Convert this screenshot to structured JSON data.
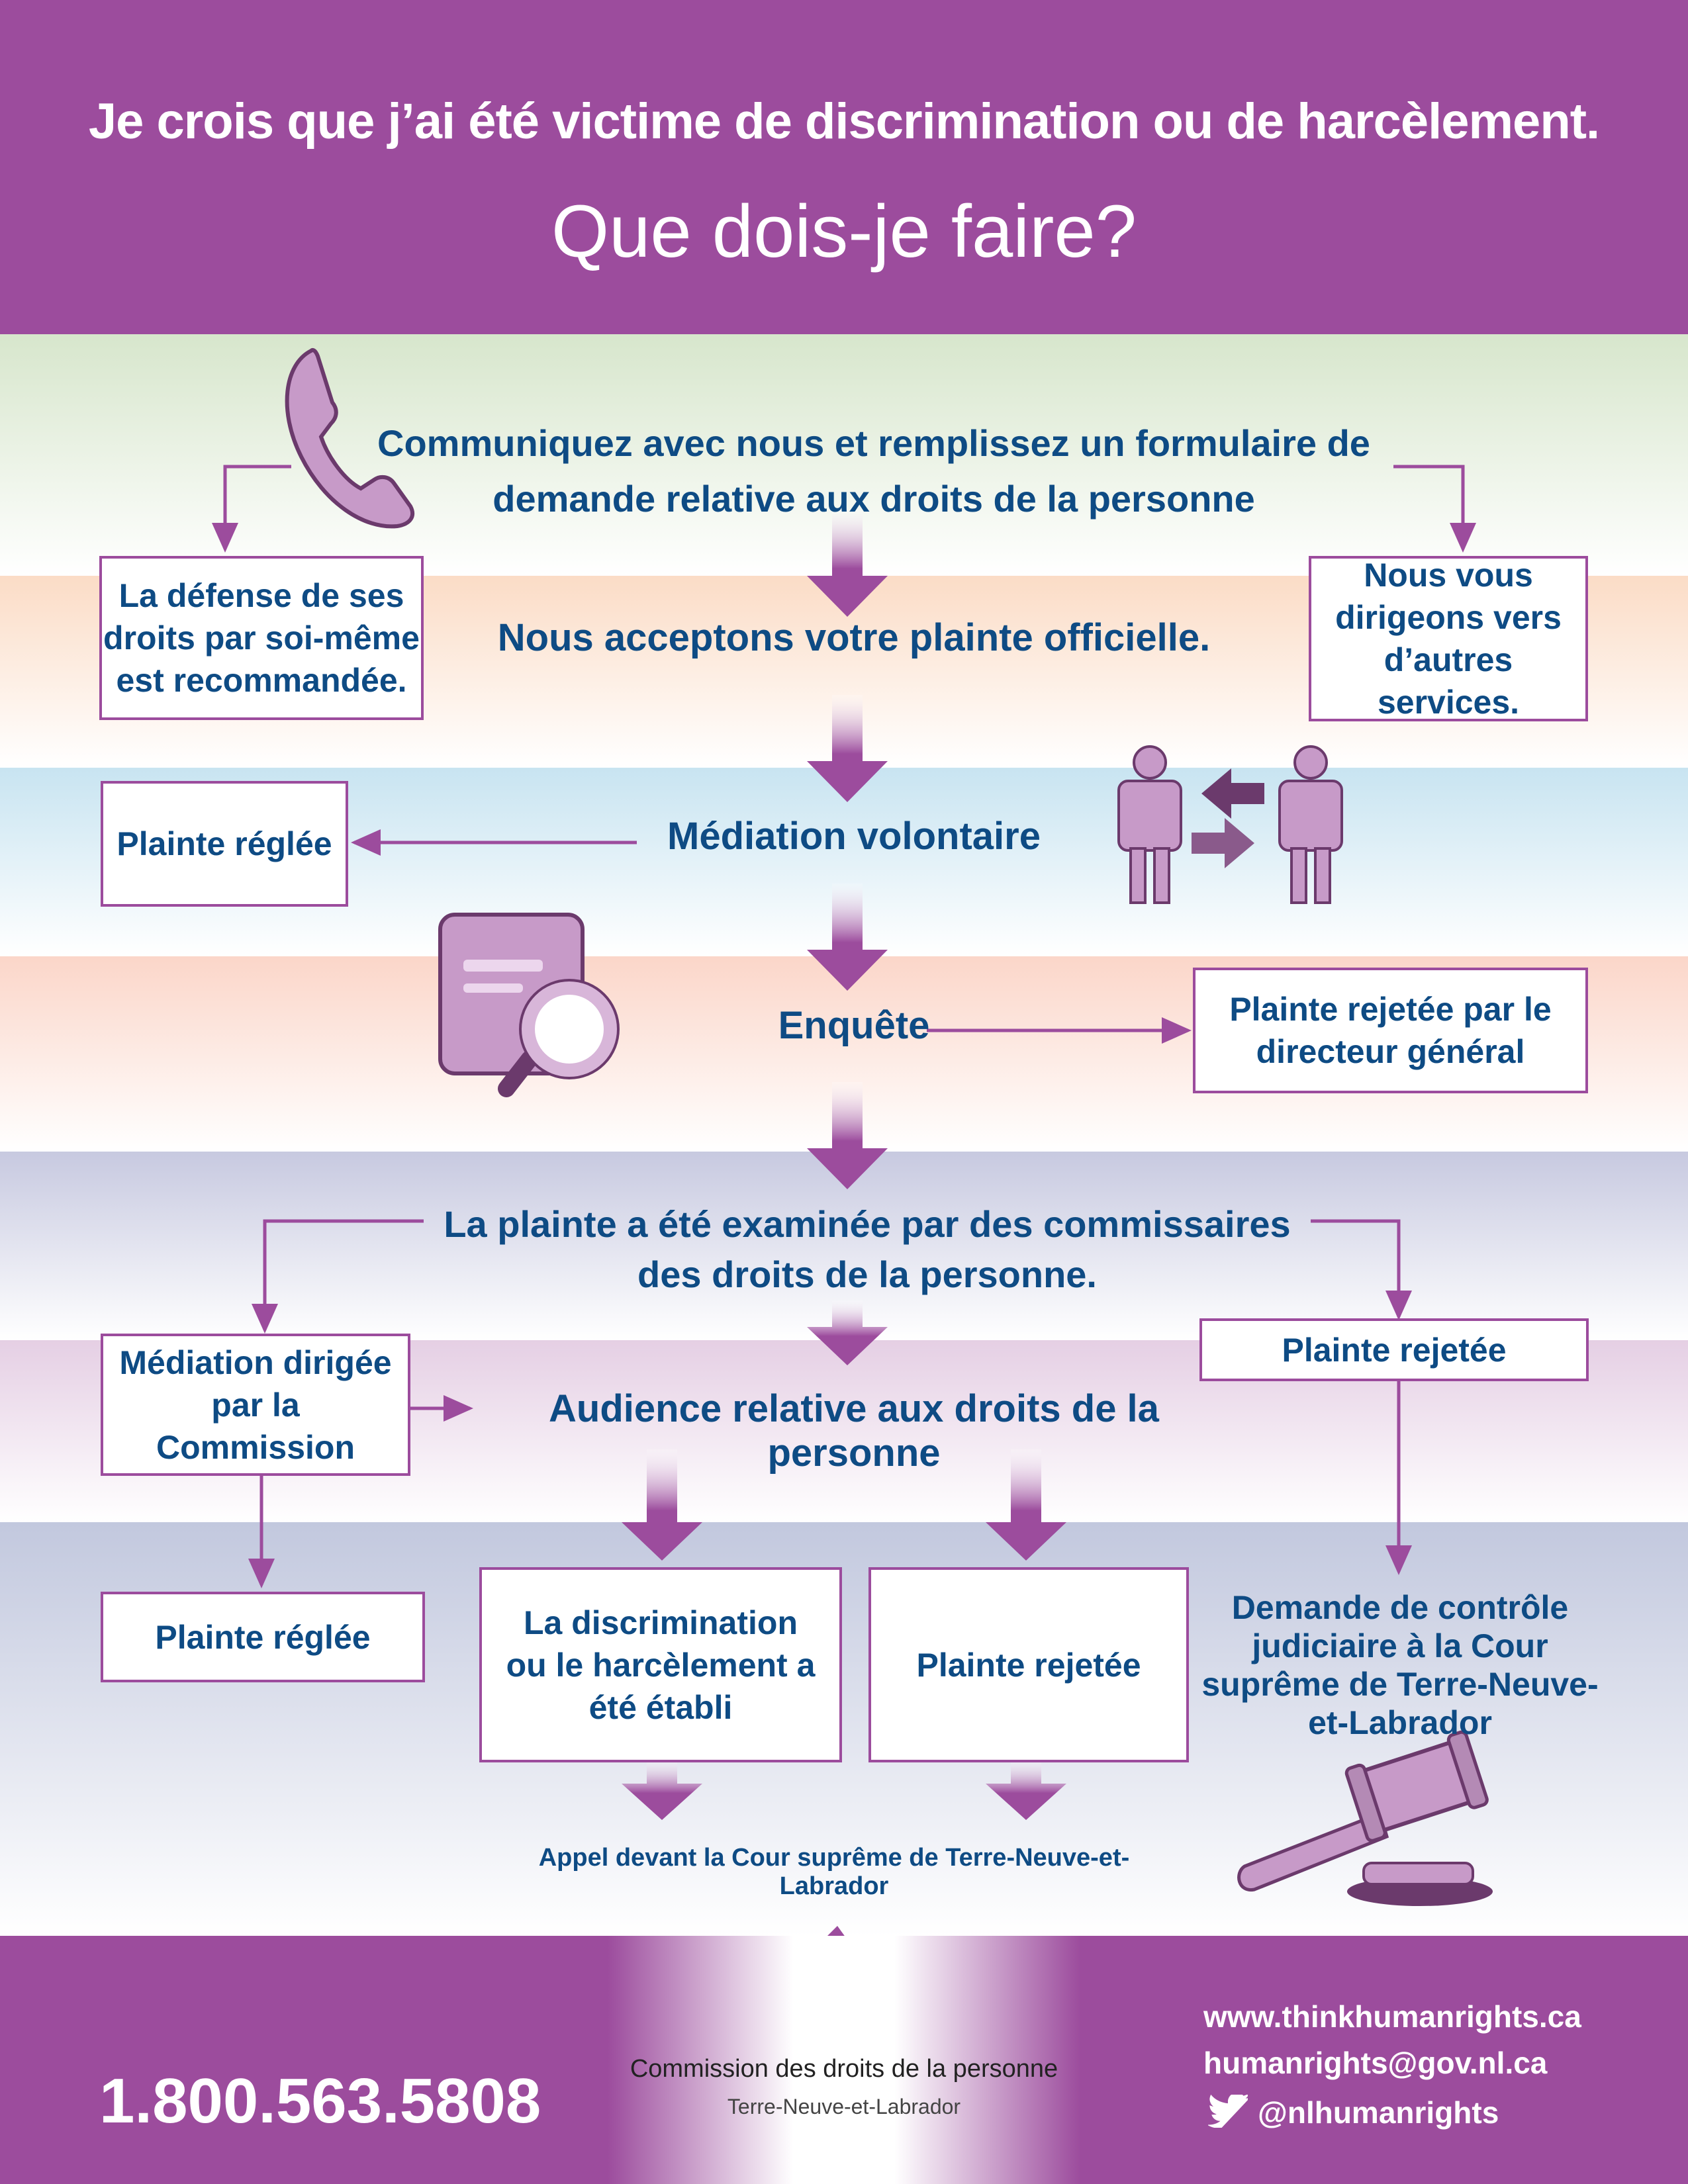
{
  "header": {
    "title": "Je crois que j’ai été victime de discrimination ou de harcèlement.",
    "subtitle": "Que dois-je faire?"
  },
  "steps": {
    "contact": "Communiquez avec nous et remplissez un formulaire de demande relative aux droits de la personne",
    "accept": "Nous acceptons votre plainte officielle.",
    "mediation": "Médiation volontaire",
    "investigation": "Enquête",
    "review": "La plainte a été examinée par des commissaires des droits de la personne.",
    "hearing": "Audience relative aux droits de la personne",
    "appeal": "Appel devant la Cour suprême de Terre-Neuve-et-Labrador",
    "judicial_review": "Demande de contrôle judiciaire à la Cour suprême de Terre-Neuve-et-Labrador"
  },
  "boxes": {
    "self_advocacy": "La défense de ses droits par soi-même est recommandée.",
    "referral": "Nous vous dirigeons vers d’autres services.",
    "settled_1": "Plainte réglée",
    "dismissed_director": "Plainte rejetée par le directeur général",
    "commission_mediation": "Médiation dirigée par la Commission",
    "dismissed_1": "Plainte rejetée",
    "settled_2": "Plainte réglée",
    "established": "La discrimination ou le harcèlement a été établi",
    "dismissed_2": "Plainte rejetée"
  },
  "footer": {
    "phone": "1.800.563.5808",
    "org_name": "Commission des droits de la personne",
    "org_region": "Terre-Neuve-et-Labrador",
    "website": "www.thinkhumanrights.ca",
    "email": "humanrights@gov.nl.ca",
    "twitter": "@nlhumanrights"
  },
  "colors": {
    "purple": "#9c4c9d",
    "text_blue": "#0e4b84",
    "icon_light": "#c79ac8",
    "icon_dark": "#6b3a6c"
  },
  "icons": [
    "phone-icon",
    "people-exchange-icon",
    "document-magnifier-icon",
    "gavel-icon",
    "logo-mountains-icon",
    "twitter-icon"
  ]
}
